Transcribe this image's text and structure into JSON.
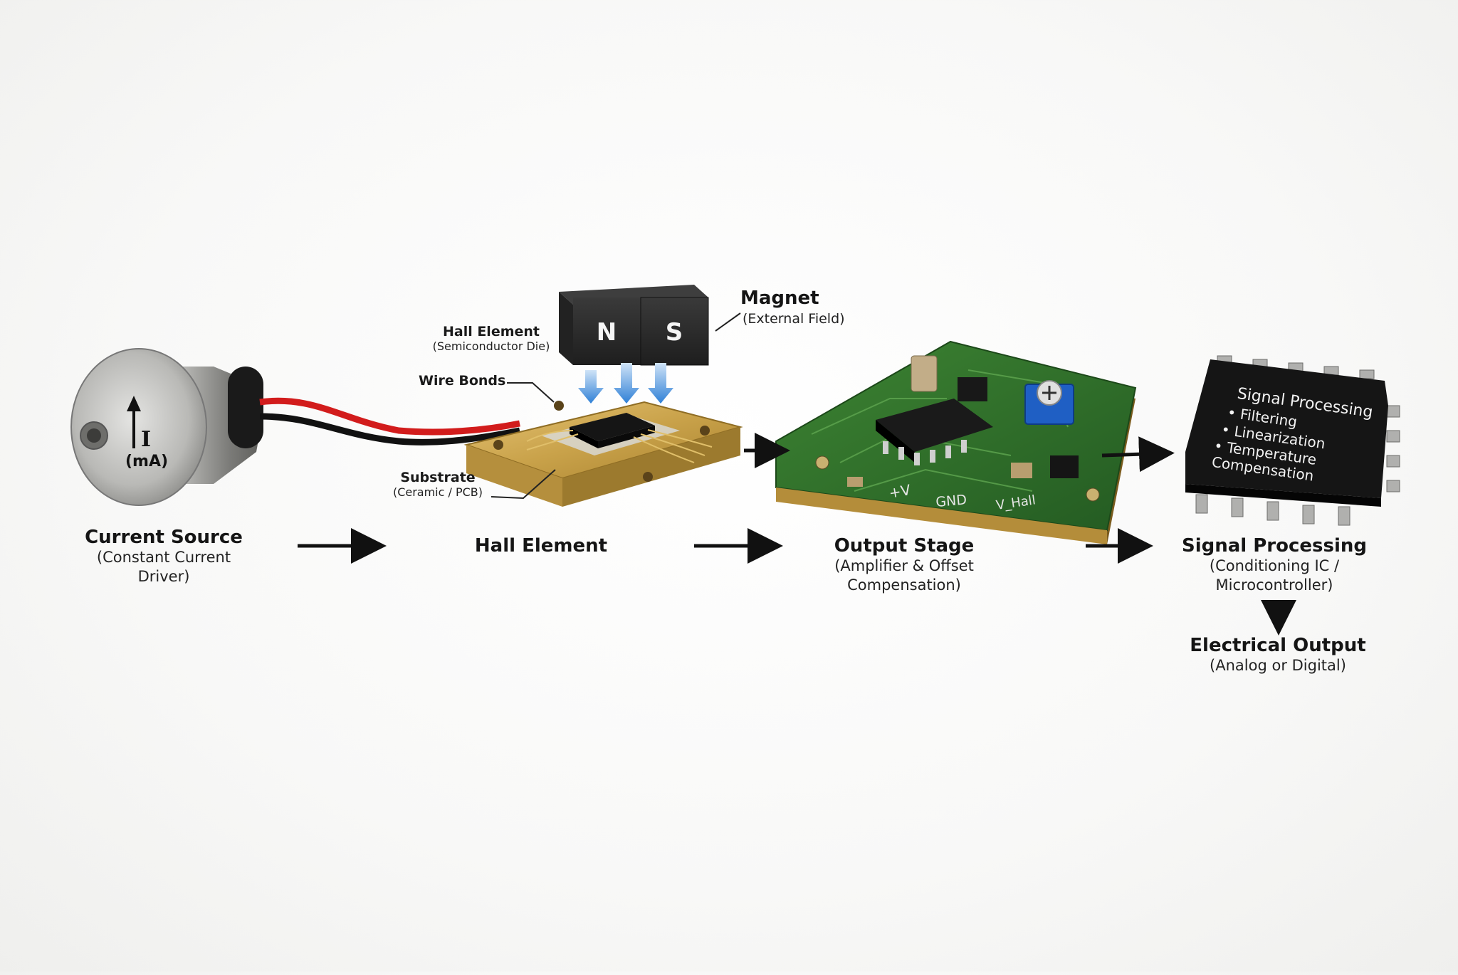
{
  "stages": {
    "current_source": {
      "title": "Current Source",
      "sub1": "(Constant Current",
      "sub2": "Driver)"
    },
    "hall_element": {
      "title": "Hall Element"
    },
    "output_stage": {
      "title": "Output Stage",
      "sub1": "(Amplifier & Offset",
      "sub2": "Compensation)"
    },
    "signal_processing": {
      "title": "Signal Processing",
      "sub1": "(Conditioning IC /",
      "sub2": "Microcontroller)"
    },
    "electrical_output": {
      "title": "Electrical Output",
      "sub1": "(Analog or Digital)"
    }
  },
  "callouts": {
    "magnet": {
      "title": "Magnet",
      "sub": "(External Field)"
    },
    "hall_die": {
      "title": "Hall Element",
      "sub": "(Semiconductor Die)"
    },
    "wire_bonds": {
      "title": "Wire Bonds"
    },
    "substrate": {
      "title": "Substrate",
      "sub": "(Ceramic / PCB)"
    }
  },
  "device_markings": {
    "cylinder_symbol": "I",
    "cylinder_unit": "(mA)",
    "magnet_n": "N",
    "magnet_s": "S",
    "pcb_plus_v": "+V",
    "pcb_gnd": "GND",
    "pcb_vhall": "V_Hall",
    "chip_title": "Signal Processing",
    "chip_items": [
      "• Filtering",
      "• Linearization",
      "• Temperature",
      "Compensation"
    ]
  },
  "colors": {
    "arrow": "#111111",
    "field_arrow": "#3a8ad8",
    "pcb_green": "#2f6e2a",
    "substrate_gold": "#c9a24a",
    "magnet": "#2a2a2a",
    "trimmer_blue": "#1f5fc4"
  }
}
